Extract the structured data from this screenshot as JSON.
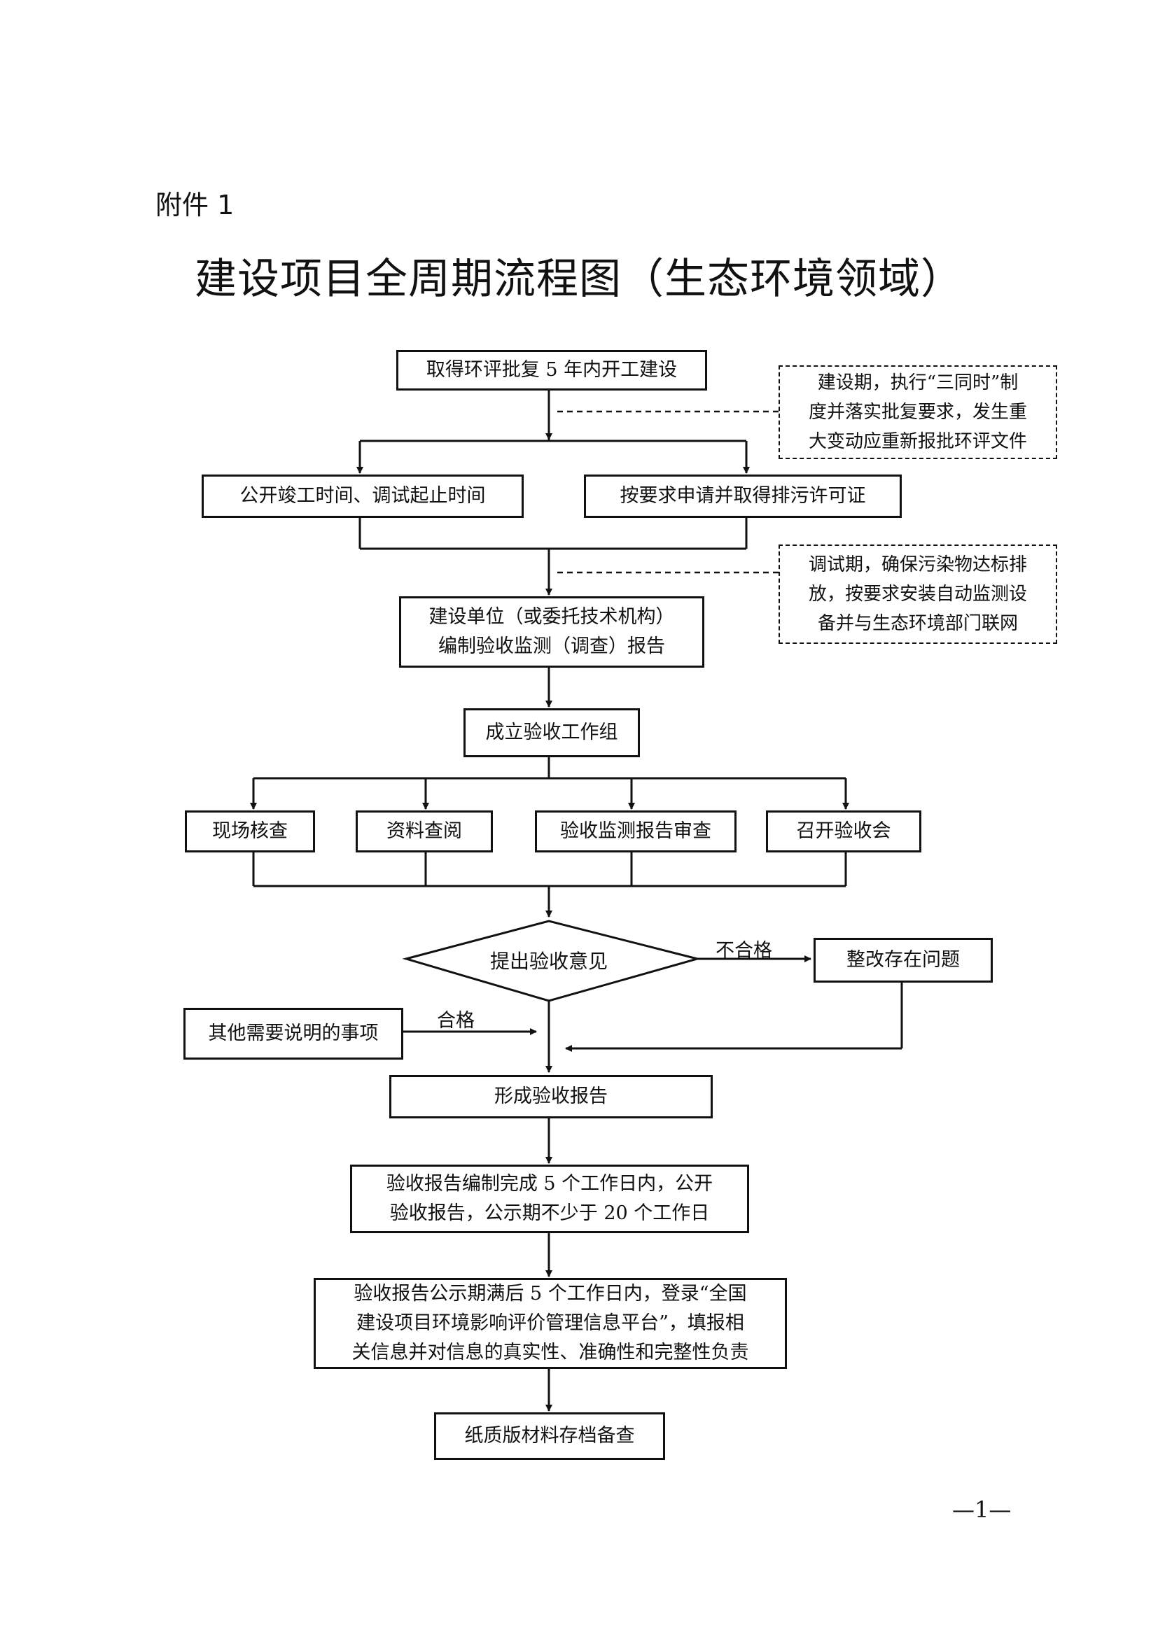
{
  "header": {
    "attachment": "附件 1",
    "title": "建设项目全周期流程图（生态环境领域）"
  },
  "flow": {
    "start": "取得环评批复 5 年内开工建设",
    "note_construction": "建设期，执行“三同时”制\n度并落实批复要求，发生重\n大变动应重新报批环评文件",
    "publish_times": "公开竣工时间、调试起止时间",
    "pollution_permit": "按要求申请并取得排污许可证",
    "note_debug": "调试期，确保污染物达标排\n放，按要求安装自动监测设\n备并与生态环境部门联网",
    "compile_report": "建设单位（或委托技术机构）\n编制验收监测（调查）报告",
    "form_group": "成立验收工作组",
    "site_check": "现场核查",
    "doc_review": "资料查阅",
    "report_review": "验收监测报告审查",
    "meeting": "召开验收会",
    "decision": "提出验收意见",
    "fail_label": "不合格",
    "rectify": "整改存在问题",
    "other_items": "其他需要说明的事项",
    "pass_label": "合格",
    "form_report": "形成验收报告",
    "publish_report": "验收报告编制完成 5 个工作日内，公开\n验收报告，公示期不少于 20 个工作日",
    "platform_submit": "验收报告公示期满后 5 个工作日内，登录“全国\n建设项目环境影响评价管理信息平台”，填报相\n关信息并对信息的真实性、准确性和完整性负责",
    "archive": "纸质版材料存档备查"
  },
  "footer": {
    "page_number": "—1—"
  }
}
